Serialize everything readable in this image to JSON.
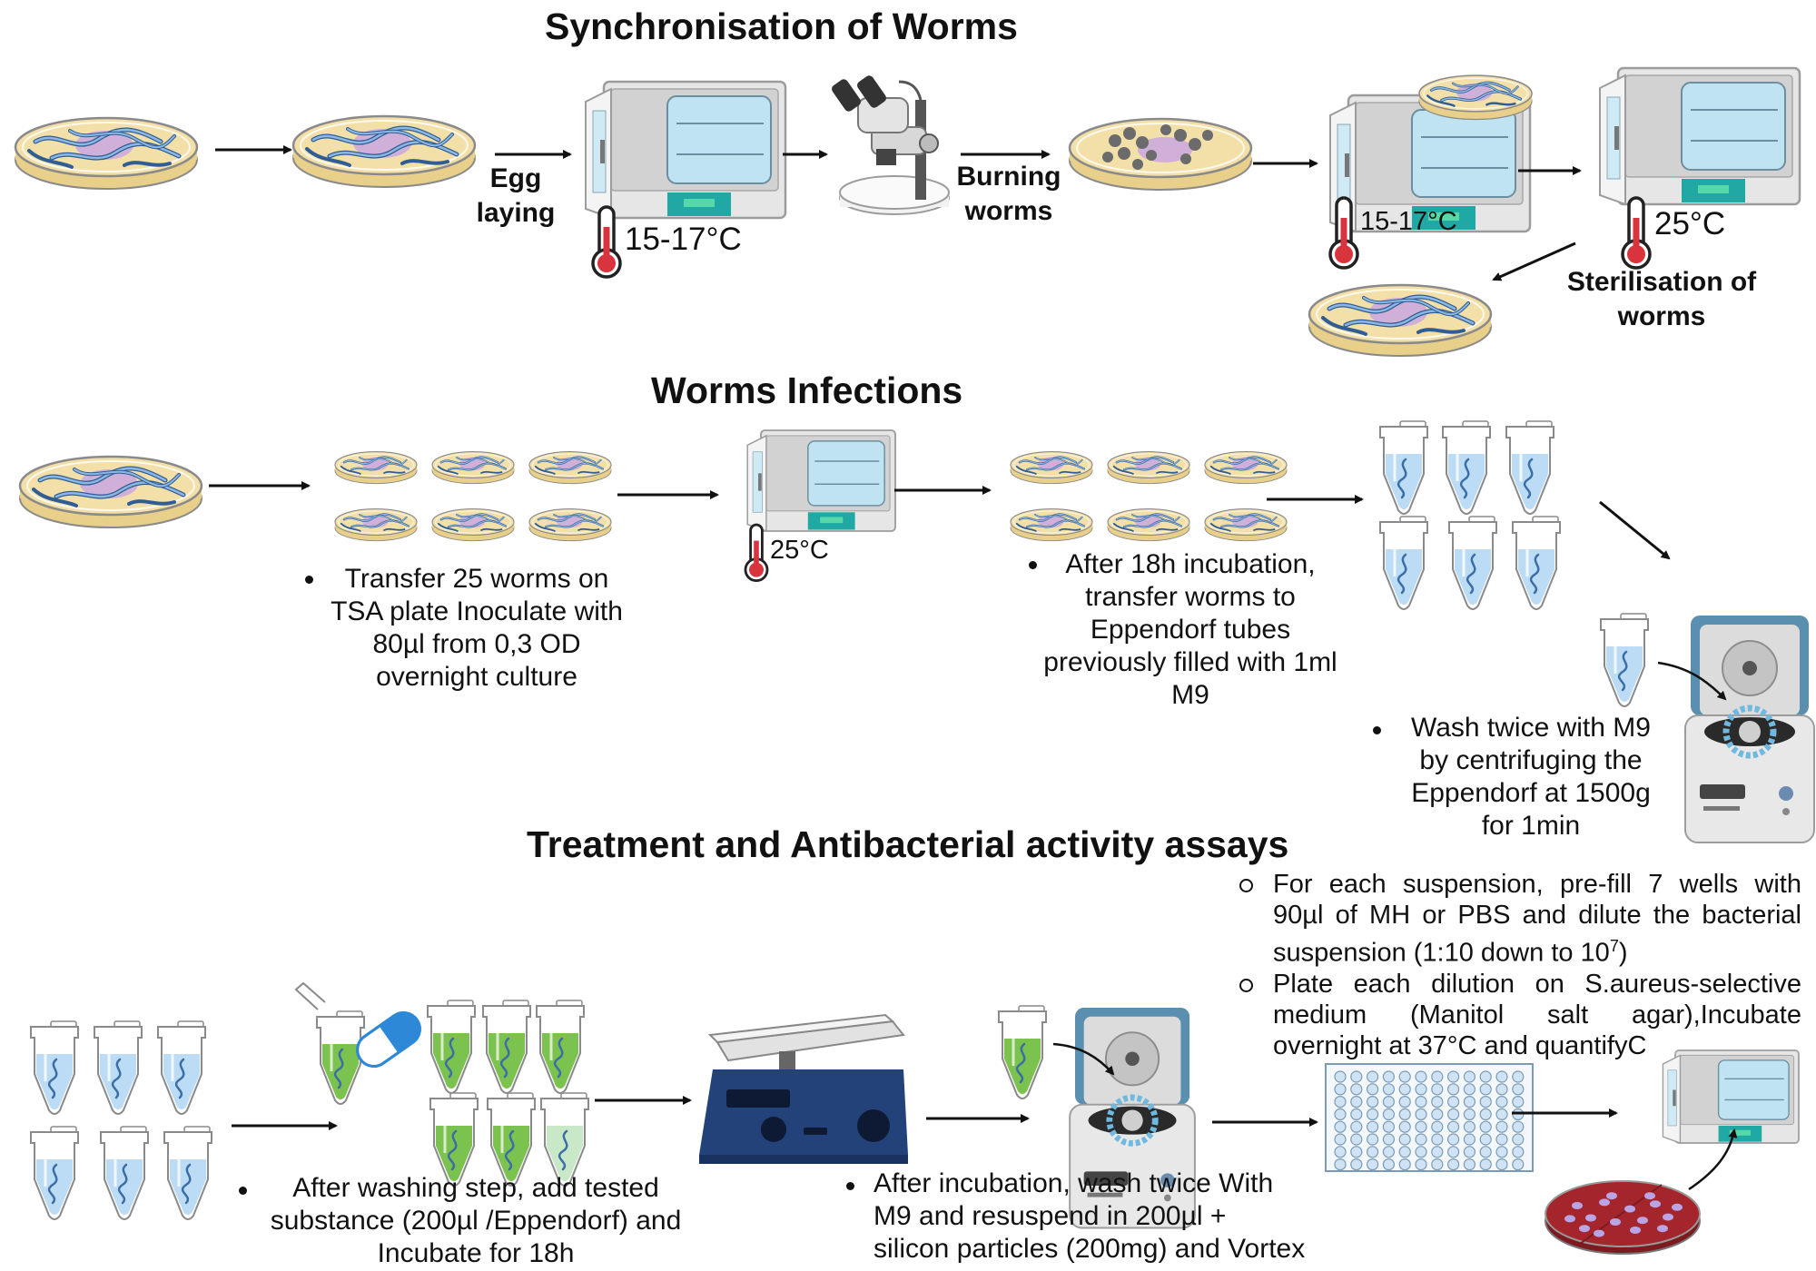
{
  "sections": {
    "sync": {
      "title": "Synchronisation of Worms"
    },
    "infection": {
      "title": "Worms Infections"
    },
    "treatment": {
      "title": "Treatment and Antibacterial activity assays"
    }
  },
  "sync_labels": {
    "egg_laying_1": "Egg",
    "egg_laying_2": "laying",
    "burning_1": "Burning",
    "burning_2": "worms",
    "sterilisation_1": "Sterilisation of",
    "sterilisation_2": "worms",
    "temp_1": "15-17°C",
    "temp_2": "15-17°C",
    "temp_3": "25°C"
  },
  "infection_labels": {
    "temp": "25°C",
    "transfer_note": [
      "Transfer 25 worms on",
      "TSA plate Inoculate with",
      "80µl from 0,3 OD",
      "overnight culture"
    ],
    "incubation_note": [
      "After 18h incubation,",
      "transfer worms to",
      "Eppendorf tubes",
      "previously filled with 1ml",
      "M9"
    ],
    "wash_note": [
      "Wash twice with M9",
      "by centrifuging the",
      "Eppendorf at 1500g",
      "for 1min"
    ]
  },
  "treatment_labels": {
    "dilution_steps": [
      "For each suspension, pre-fill 7 wells with 90µl of MH or PBS and dilute the bacterial suspension (1:10 down to 10",
      "Plate each dilution on S.aureus-selective medium (Manitol salt agar),Incubate overnight at 37°C and quantifyC"
    ],
    "dilution_exponent": "7",
    "dilution_close": ")",
    "substance_note": [
      "After washing step, add tested",
      "substance (200µl /Eppendorf) and",
      "Incubate for 18h"
    ],
    "vortex_note": [
      "After incubation, wash twice With",
      "M9 and resuspend in 200µl +",
      "silicon particles (200mg) and Vortex"
    ]
  },
  "colors": {
    "plate_agar": "#f3e0a8",
    "worm_blue": "#5a8fc8",
    "worm_purple": "#c9a6e0",
    "incubator_body": "#e6e6e6",
    "incubator_panel": "#1fa8a4",
    "liquid_blue": "#bcdcf5",
    "liquid_green": "#7cc24e",
    "thermometer_red": "#d9343d",
    "shaker_blue": "#23427a",
    "agar_red": "#a4262c",
    "capsule_blue": "#2e88d8",
    "arrow": "#111111"
  },
  "icons": [
    "petri-dish-icon",
    "incubator-icon",
    "stereo-microscope-icon",
    "thermometer-icon",
    "eppendorf-tube-icon",
    "centrifuge-icon",
    "capsule-icon",
    "plate-shaker-icon",
    "96-well-plate-icon",
    "agar-plate-icon"
  ]
}
